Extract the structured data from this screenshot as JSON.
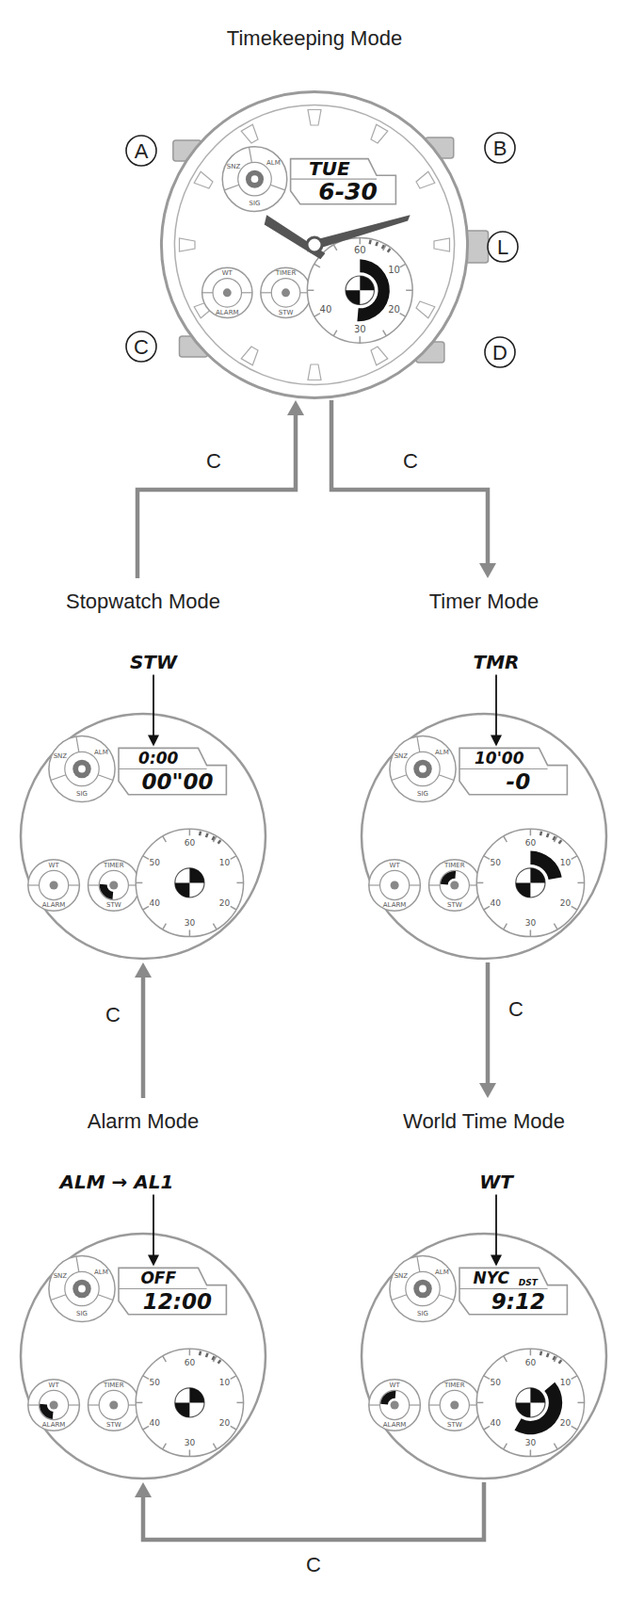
{
  "diagram": {
    "nodes": [
      {
        "text": [
          "Timekeeping Mode",
          "TUE",
          "6-30"
        ]
      },
      {
        "text": [
          "Stopwatch Mode",
          "0:00",
          "00\"00"
        ]
      },
      {
        "text": [
          "Timer Mode",
          "10'00",
          "-0"
        ]
      },
      {
        "text": [
          "Alarm Mode",
          "OFF",
          "12:00"
        ]
      },
      {
        "text": [
          "World Time Mode",
          "NYC",
          "DST",
          "9:12"
        ]
      }
    ],
    "edges": [
      {
        "from": 0,
        "to": 2,
        "label": "C",
        "arrow": "to"
      },
      {
        "from": 2,
        "to": 4,
        "label": "C",
        "arrow": "to"
      },
      {
        "from": 4,
        "to": 3,
        "label": "C",
        "arrow": "to"
      },
      {
        "from": 3,
        "to": 1,
        "label": "C",
        "arrow": "to"
      },
      {
        "from": 1,
        "to": 0,
        "label": "C",
        "arrow": "to"
      }
    ],
    "labels": [
      "A",
      "B",
      "L",
      "C",
      "D",
      "STW",
      "TMR",
      "ALM → AL1",
      "WT",
      "SNZ",
      "ALM",
      "SIG",
      "WT",
      "ALARM",
      "TIMER",
      "STW",
      "60",
      "10",
      "20",
      "30",
      "40",
      "SNZ",
      "ALM",
      "SIG",
      "WT",
      "ALARM",
      "TIMER",
      "STW",
      "60",
      "10",
      "20",
      "30",
      "40",
      "50",
      "SNZ",
      "ALM",
      "SIG",
      "WT",
      "ALARM",
      "TIMER",
      "STW",
      "60",
      "10",
      "20",
      "30",
      "40",
      "50",
      "SNZ",
      "ALM",
      "SIG",
      "WT",
      "ALARM",
      "TIMER",
      "STW",
      "60",
      "10",
      "20",
      "30",
      "40",
      "50",
      "SNZ",
      "ALM",
      "SIG",
      "WT",
      "ALARM",
      "TIMER",
      "STW",
      "60",
      "10",
      "20",
      "30",
      "40",
      "50"
    ]
  }
}
